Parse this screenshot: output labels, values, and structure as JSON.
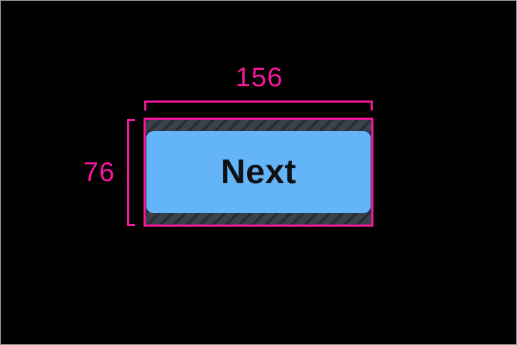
{
  "figure": {
    "button": {
      "label": "Next"
    },
    "measurements": {
      "width": {
        "label": "156"
      },
      "height": {
        "label": "76"
      }
    }
  },
  "colors": {
    "measure_pink": "#f7169e",
    "button_blue": "#64b4f8",
    "button_text": "#0f1113",
    "hatch_base": "#3a414b",
    "hatch_stripe": "#282e37",
    "background": "#000000",
    "frame_border": "#aaaaaa"
  }
}
